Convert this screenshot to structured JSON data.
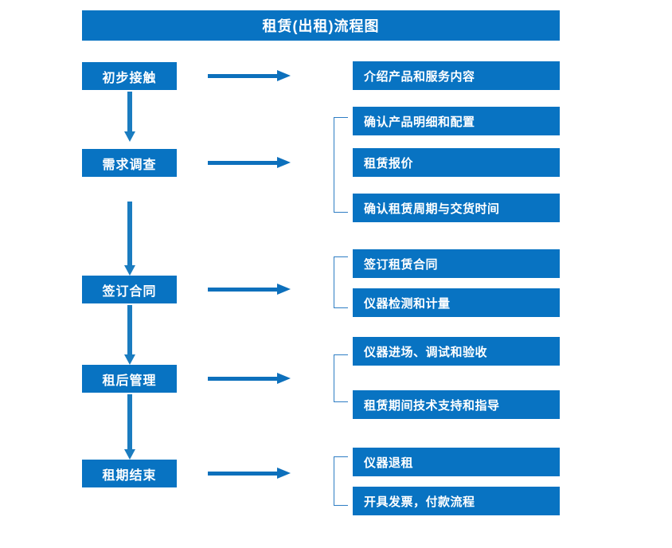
{
  "title": "租赁(出租)流程图",
  "colors": {
    "box_blue": "#0873C2",
    "arrow_blue": "#0D70BC",
    "bracket_blue": "#2E7DC4",
    "text_white": "#FFFFFF",
    "background": "#FFFFFF"
  },
  "stages": [
    {
      "id": "initial-contact",
      "label": "初步接触",
      "details": [
        "介绍产品和服务内容"
      ],
      "bracket": false
    },
    {
      "id": "requirement-survey",
      "label": "需求调查",
      "details": [
        "确认产品明细和配置",
        "租赁报价",
        "确认租赁周期与交货时间"
      ],
      "bracket": true
    },
    {
      "id": "sign-contract",
      "label": "签订合同",
      "details": [
        "签订租赁合同",
        "仪器检测和计量"
      ],
      "bracket": true
    },
    {
      "id": "post-rental-management",
      "label": "租后管理",
      "details": [
        "仪器进场、调试和验收",
        "租赁期间技术支持和指导"
      ],
      "bracket": true
    },
    {
      "id": "lease-end",
      "label": "租期结束",
      "details": [
        "仪器退租",
        "开具发票，付款流程"
      ],
      "bracket": true
    }
  ],
  "connectors": {
    "horizontal_arrow_name": "flow-arrow-right",
    "vertical_arrow_name": "flow-arrow-down",
    "bracket_name": "group-bracket"
  }
}
